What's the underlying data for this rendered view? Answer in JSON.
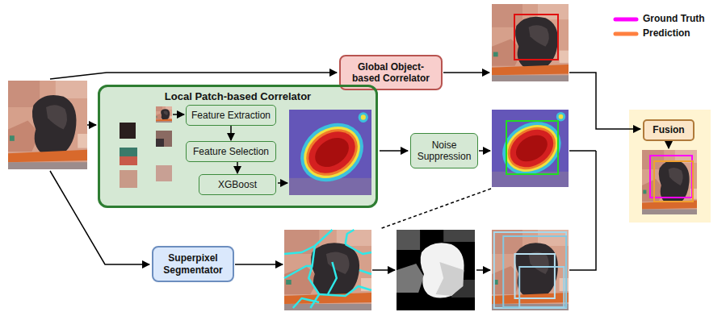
{
  "diagram": {
    "nodes": [
      {
        "text": [
          "Global Object-based Correlator"
        ]
      },
      {
        "text": [
          "Local Patch-based Correlator"
        ]
      },
      {
        "text": [
          "Feature Extraction"
        ],
        "in": 1
      },
      {
        "text": [
          "Feature Selection"
        ],
        "in": 1
      },
      {
        "text": [
          "XGBoost"
        ],
        "in": 1
      },
      {
        "text": [
          "Noise Suppression"
        ]
      },
      {
        "text": [
          "Superpixel Segmentator"
        ]
      },
      {
        "text": [
          "Fusion"
        ]
      }
    ],
    "edges": [
      {
        "from": 2,
        "to": 3,
        "arrow": "to"
      },
      {
        "from": 3,
        "to": 4,
        "arrow": "to"
      }
    ],
    "legend": [
      {
        "text": "Ground Truth"
      },
      {
        "text": "Prediction"
      }
    ]
  }
}
